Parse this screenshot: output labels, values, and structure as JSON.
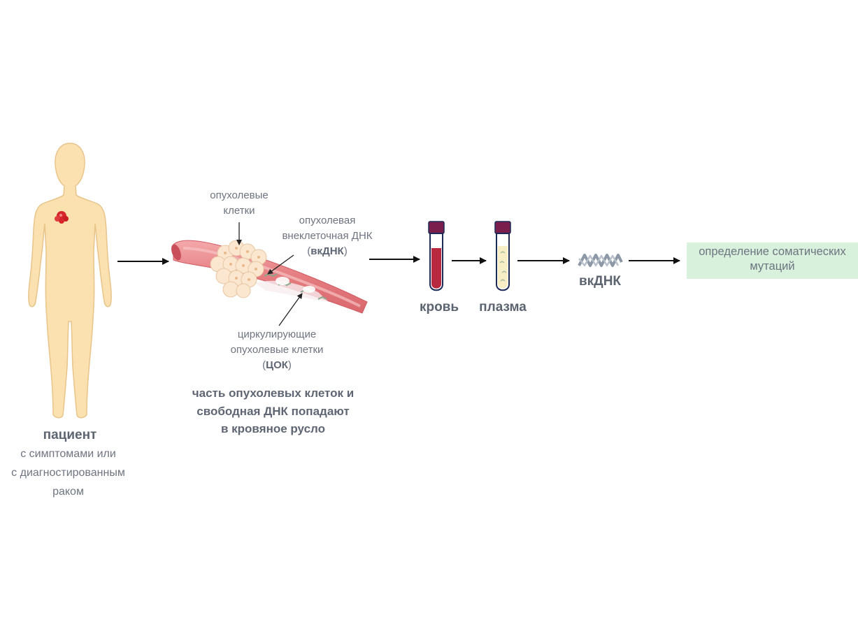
{
  "patient": {
    "title": "пациент",
    "line1": "с симптомами или",
    "line2": "с диагностированным",
    "line3": "раком"
  },
  "vessel": {
    "tumor_cells_line1": "опухолевые",
    "tumor_cells_line2": "клетки",
    "ctdna_line1": "опухолевая",
    "ctdna_line2": "внеклеточная ДНК",
    "ctdna_abbr_open": "(",
    "ctdna_abbr": "вкДНК",
    "ctdna_abbr_close": ")",
    "ctc_line1": "циркулирующие",
    "ctc_line2": "опухолевые клетки",
    "ctc_abbr_open": "(",
    "ctc_abbr": "ЦОК",
    "ctc_abbr_close": ")",
    "caption_line1": "часть опухолевых клеток и",
    "caption_line2": "свободная ДНК попадают",
    "caption_line3": "в кровяное русло"
  },
  "tubes": {
    "blood_label": "кровь",
    "plasma_label": "плазма"
  },
  "dna": {
    "label": "вкДНК"
  },
  "result": {
    "line1": "определение соматических",
    "line2": "мутаций"
  },
  "colors": {
    "skin": "#fbe1b0",
    "skin_outline": "#e8c48a",
    "tumor": "#d7262b",
    "vessel": "#e9898c",
    "blood": "#b8283f",
    "plasma": "#f8eec6",
    "cap": "#7a1f4d",
    "result_bg": "#d8f1dd"
  }
}
